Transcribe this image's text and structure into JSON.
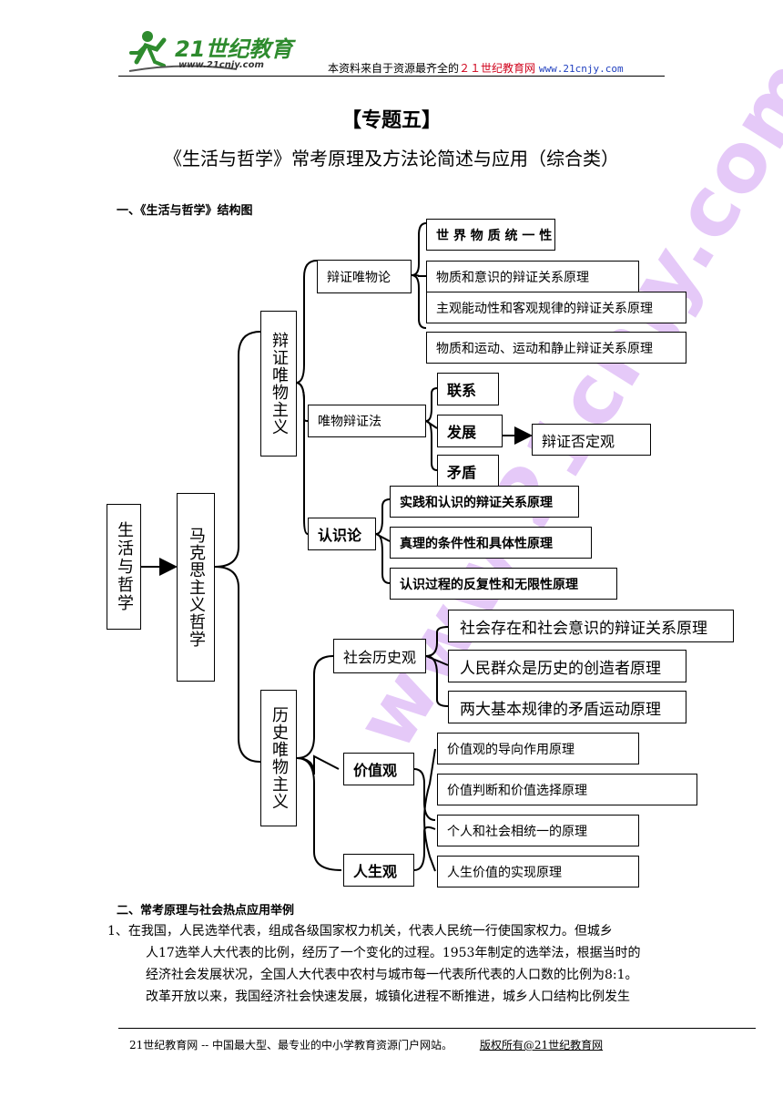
{
  "header": {
    "logo_text": "21世纪教育",
    "logo_url": "www.21cnjy.com",
    "source_prefix": "本资料来自于资源最齐全的",
    "source_site": "２１世纪教育网",
    "source_url": "www.21cnjy.com"
  },
  "title": "【专题五】",
  "subtitle": "《生活与哲学》常考原理及方法论简述与应用（综合类）",
  "section1_heading": "一、《生活与哲学》结构图",
  "diagram": {
    "root": "生活与哲学",
    "marx": "马克思主义哲学",
    "dialectical": "辩证唯物主义",
    "historical": "历史唯物主义",
    "dialectical_materialism": "辩证唯物论",
    "dm_items": [
      "世 界 物 质 统 一 性",
      "物质和意识的辩证关系原理",
      "主观能动性和客观规律的辩证关系原理",
      "物质和运动、运动和静止辩证关系原理"
    ],
    "materialist_dialectics": "唯物辩证法",
    "md_items": [
      "联系",
      "发展",
      "矛盾"
    ],
    "negation": "辩证否定观",
    "epistemology": "认识论",
    "ep_items": [
      "实践和认识的辩证关系原理",
      "真理的条件性和具体性原理",
      "认识过程的反复性和无限性原理"
    ],
    "social_history": "社会历史观",
    "sh_items": [
      "社会存在和社会意识的辩证关系原理",
      "人民群众是历史的创造者原理",
      "两大基本规律的矛盾运动原理"
    ],
    "values": "价值观",
    "life_view": "人生观",
    "vl_items": [
      "价值观的导向作用原理",
      "价值判断和价值选择原理",
      "个人和社会相统一的原理",
      "人生价值的实现原理"
    ]
  },
  "watermark": "www.21cnjy.com",
  "section2_heading": "二、常考原理与社会热点应用举例",
  "paragraph1_lines": [
    "1、在我国，人民选举代表，组成各级国家权力机关，代表人民统一行使国家权力。但城乡",
    "人17选举人大代表的比例，经历了一个变化的过程。1953年制定的选举法，根据当时的",
    "经济社会发展状况，全国人大代表中农村与城市每一代表所代表的人口数的比例为8:1。",
    "改革开放以来，我国经济社会快速发展，城镇化进程不断推进，城乡人口结构比例发生"
  ],
  "footer": {
    "text": "21世纪教育网 -- 中国最大型、最专业的中小学教育资源门户网站。",
    "copyright": "版权所有@21世纪教育网"
  },
  "colors": {
    "source_site": "#d0021b",
    "source_url": "#1f3fbf",
    "watermark": "#a03ce6",
    "logo_green": "#2e8b2e"
  }
}
